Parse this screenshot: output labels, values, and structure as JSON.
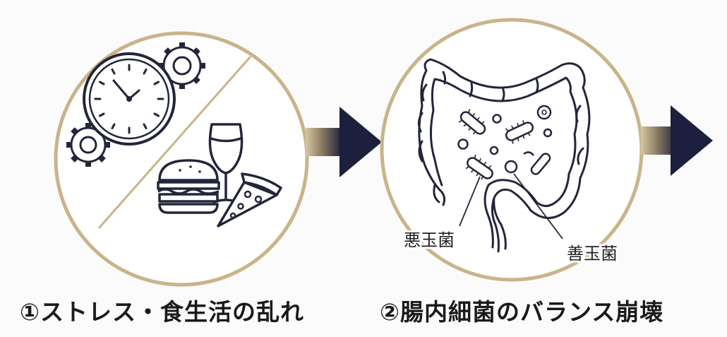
{
  "colors": {
    "ring": "#c9b48a",
    "line": "#23263a",
    "arrow_dark": "#1c1f3d",
    "arrow_light": "#c9b48a"
  },
  "steps": [
    {
      "caption": "①ストレス・食生活の乱れ",
      "icons": [
        "clock-icon",
        "gear-icon",
        "wine-glass-icon",
        "burger-icon",
        "pizza-icon"
      ]
    },
    {
      "caption": "②腸内細菌のバランス崩壊",
      "icons": [
        "intestine-icon",
        "bacteria-icon"
      ],
      "labels": {
        "bad": "悪玉菌",
        "good": "善玉菌"
      }
    }
  ]
}
